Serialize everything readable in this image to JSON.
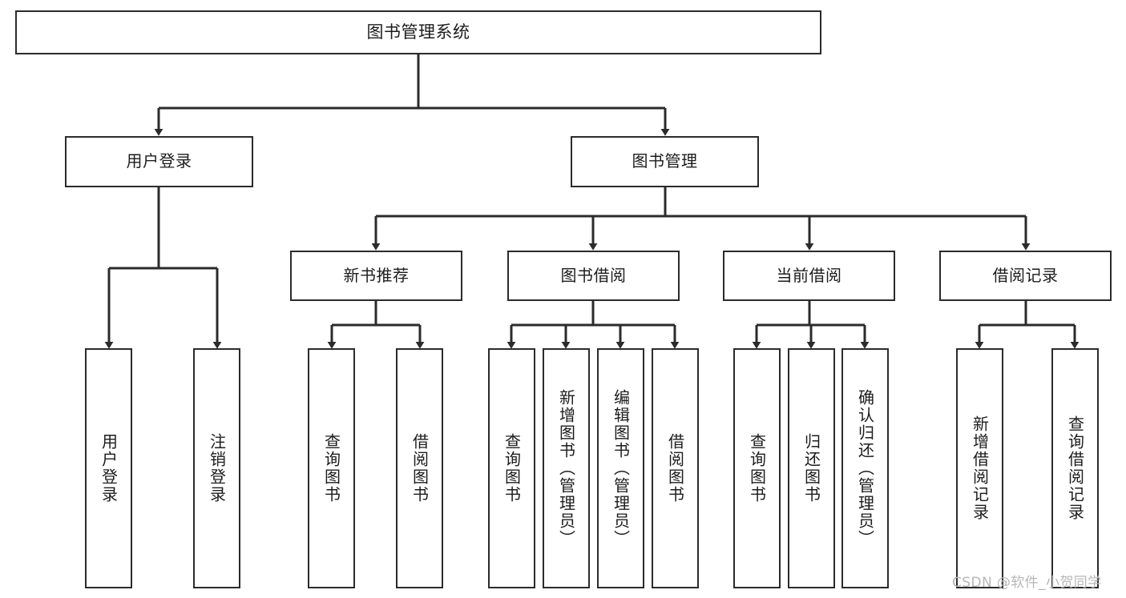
{
  "diagram": {
    "title": "图书管理系统",
    "type": "tree-hierarchy-chart",
    "watermark": "CSDN @软件_小贺同学"
  },
  "nodes": {
    "root": {
      "label": "图书管理系统"
    },
    "level1": [
      {
        "label": "用户登录"
      },
      {
        "label": "图书管理"
      }
    ],
    "level2": [
      {
        "label": "新书推荐"
      },
      {
        "label": "图书借阅"
      },
      {
        "label": "当前借阅"
      },
      {
        "label": "借阅记录"
      }
    ],
    "leaves": {
      "user_login": [
        {
          "label": "用户登录"
        },
        {
          "label": "注销登录"
        }
      ],
      "new_book_recommend": [
        {
          "label": "查询图书"
        },
        {
          "label": "借阅图书"
        }
      ],
      "book_borrow": [
        {
          "label": "查询图书"
        },
        {
          "label": "新增图书（管理员）"
        },
        {
          "label": "编辑图书（管理员）"
        },
        {
          "label": "借阅图书"
        }
      ],
      "current_borrow": [
        {
          "label": "查询图书"
        },
        {
          "label": "归还图书"
        },
        {
          "label": "确认归还（管理员）"
        }
      ],
      "borrow_record": [
        {
          "label": "新增借阅记录"
        },
        {
          "label": "查询借阅记录"
        }
      ]
    }
  },
  "colors": {
    "stroke": "#2b2b2b",
    "fill": "#ffffff",
    "text": "#1c1c1c",
    "watermark": "#b6b6b6"
  }
}
